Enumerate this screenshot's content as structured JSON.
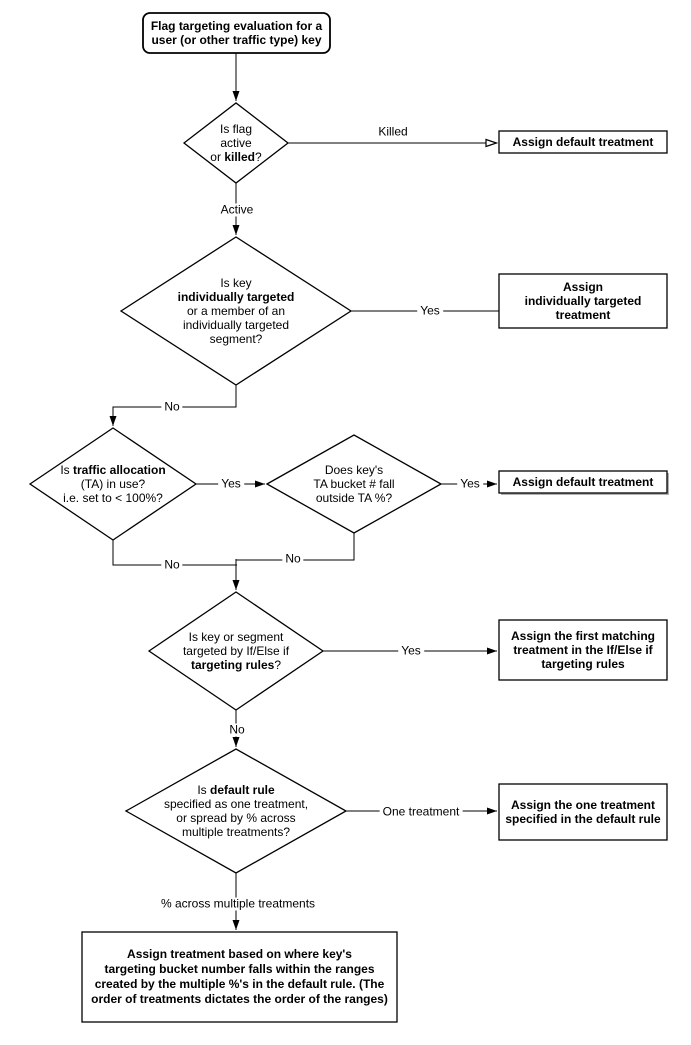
{
  "colors": {
    "background": "#ffffff",
    "stroke": "#000000",
    "text": "#000000",
    "shadow": "#b0b0b0"
  },
  "nodes": {
    "start": {
      "shape": "rounded-rect",
      "lines": [
        [
          {
            "t": "Flag targeting evaluation for a",
            "b": true
          }
        ],
        [
          {
            "t": "user (or other traffic type) key",
            "b": true
          }
        ]
      ]
    },
    "flag_active": {
      "shape": "diamond",
      "lines": [
        [
          {
            "t": "Is flag"
          }
        ],
        [
          {
            "t": "active"
          }
        ],
        [
          {
            "t": "or "
          },
          {
            "t": "killed",
            "b": true
          },
          {
            "t": "?"
          }
        ]
      ]
    },
    "individually_targeted": {
      "shape": "diamond",
      "lines": [
        [
          {
            "t": "Is key"
          }
        ],
        [
          {
            "t": "individually targeted",
            "b": true
          }
        ],
        [
          {
            "t": "or a member of an"
          }
        ],
        [
          {
            "t": "individually targeted"
          }
        ],
        [
          {
            "t": "segment?"
          }
        ]
      ]
    },
    "traffic_allocation": {
      "shape": "diamond",
      "lines": [
        [
          {
            "t": "Is "
          },
          {
            "t": "traffic allocation",
            "b": true
          }
        ],
        [
          {
            "t": "(TA) in use?"
          }
        ],
        [
          {
            "t": "i.e. set to < 100%?"
          }
        ]
      ]
    },
    "ta_bucket": {
      "shape": "diamond",
      "lines": [
        [
          {
            "t": "Does key's"
          }
        ],
        [
          {
            "t": "TA bucket # fall"
          }
        ],
        [
          {
            "t": "outside TA %?"
          }
        ]
      ]
    },
    "targeting_rules": {
      "shape": "diamond",
      "lines": [
        [
          {
            "t": "Is key or segment"
          }
        ],
        [
          {
            "t": "targeted by If/Else if"
          }
        ],
        [
          {
            "t": "targeting rules",
            "b": true
          },
          {
            "t": "?"
          }
        ]
      ]
    },
    "default_rule": {
      "shape": "diamond",
      "lines": [
        [
          {
            "t": "Is "
          },
          {
            "t": "default rule",
            "b": true
          }
        ],
        [
          {
            "t": "specified as one treatment,"
          }
        ],
        [
          {
            "t": "or spread by % across"
          }
        ],
        [
          {
            "t": "multiple treatments?"
          }
        ]
      ]
    },
    "assign_default_killed": {
      "shape": "rect",
      "lines": [
        [
          {
            "t": "Assign default treatment",
            "b": true
          }
        ]
      ]
    },
    "assign_individual": {
      "shape": "rect",
      "lines": [
        [
          {
            "t": "Assign",
            "b": true
          }
        ],
        [
          {
            "t": "individually targeted",
            "b": true
          }
        ],
        [
          {
            "t": "treatment",
            "b": true
          }
        ]
      ]
    },
    "assign_default_ta": {
      "shape": "rect",
      "lines": [
        [
          {
            "t": "Assign default treatment",
            "b": true
          }
        ]
      ]
    },
    "assign_first_matching": {
      "shape": "rect",
      "lines": [
        [
          {
            "t": "Assign the first matching",
            "b": true
          }
        ],
        [
          {
            "t": "treatment in the If/Else if",
            "b": true
          }
        ],
        [
          {
            "t": "targeting rules",
            "b": true
          }
        ]
      ]
    },
    "assign_one_treatment": {
      "shape": "rect",
      "lines": [
        [
          {
            "t": "Assign the one treatment",
            "b": true
          }
        ],
        [
          {
            "t": "specified in the default rule",
            "b": true
          }
        ]
      ]
    },
    "assign_by_ranges": {
      "shape": "rect",
      "lines": [
        [
          {
            "t": "Assign treatment based on where key's",
            "b": true
          }
        ],
        [
          {
            "t": "targeting bucket number falls within the ranges",
            "b": true
          }
        ],
        [
          {
            "t": "created by the multiple %'s in the default rule. (The",
            "b": true
          }
        ],
        [
          {
            "t": "order of treatments dictates the order of the ranges)",
            "b": true
          }
        ]
      ]
    }
  },
  "edge_labels": {
    "killed": "Killed",
    "active": "Active",
    "yes_individual": "Yes",
    "no_individual": "No",
    "yes_ta": "Yes",
    "yes_bucket": "Yes",
    "no_ta": "No",
    "no_bucket": "No",
    "yes_rules": "Yes",
    "no_rules": "No",
    "one_treatment": "One treatment",
    "pct_multiple": "% across multiple treatments"
  }
}
